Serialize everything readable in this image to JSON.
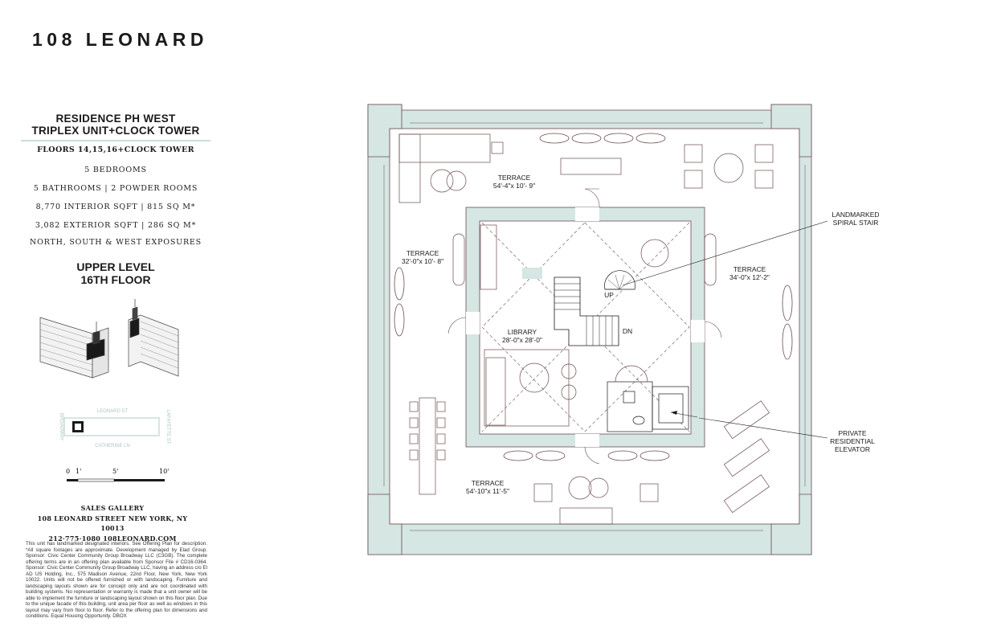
{
  "brand": {
    "logo_text": "108 LEONARD"
  },
  "residence": {
    "title_line1": "RESIDENCE PH WEST",
    "title_line2": "TRIPLEX UNIT+CLOCK TOWER",
    "floors": "FLOORS 14,15,16+CLOCK TOWER",
    "bedrooms": "5 BEDROOMS",
    "baths": "5 BATHROOMS | 2 POWDER ROOMS",
    "interior": "8,770 INTERIOR SQFT | 815 SQ M*",
    "exterior": "3,082 EXTERIOR SQFT | 286 SQ M*",
    "exposures": "NORTH, SOUTH & WEST EXPOSURES"
  },
  "level": {
    "line1": "UPPER LEVEL",
    "line2": "16TH FLOOR"
  },
  "key_plan": {
    "streets": {
      "north": "LEONARD ST",
      "south": "CATHERINE LN",
      "west": "BROADWAY",
      "east": "LAFAYETTE ST"
    }
  },
  "scale_bar": {
    "ticks": [
      "0",
      "1'",
      "5'",
      "10'"
    ]
  },
  "sales": {
    "heading": "SALES GALLERY",
    "address": "108 LEONARD STREET   NEW YORK, NY 10013",
    "contact": "212·775·1080  108LEONARD.COM"
  },
  "disclaimer": "This unit has landmarked designated interiors. See Offering Plan for description. *All square footages are approximate. Development managed by Elad Group. Sponsor: Civic Center Community Group Broadway LLC (C3GB). The complete offering terms are in an offering plan available from Sponsor File # CD16-0364. Sponsor: Civic Center Community Group Broadway LLC, having an address c/o El AD US Holding, Inc., 575 Madison Avenue, 22nd Floor, New York, New York 10022. Units will not be offered furnished or with landscaping. Furniture and landscaping layouts shown are for concept only and are not coordinated with building systems. No representation or warranty is made that a unit owner will be able to implement the furniture or landscaping layout shown on this floor plan. Due to the unique facade of this building, unit area per floor as well as windows in this layout may vary from floor to floor. Refer to the offering plan for dimensions and conditions. Equal Housing Opportunity. DBOX",
  "rooms": {
    "terrace_north": {
      "name": "TERRACE",
      "dims": "54'-4\"x 10'- 9\""
    },
    "terrace_west": {
      "name": "TERRACE",
      "dims": "32'-0\"x 10'- 8\""
    },
    "terrace_east": {
      "name": "TERRACE",
      "dims": "34'-0\"x 12'-2\""
    },
    "terrace_south": {
      "name": "TERRACE",
      "dims": "54'-10\"x 11'-5\""
    },
    "library": {
      "name": "LIBRARY",
      "dims": "28'-0\"x 28'-0\""
    },
    "stair_up": "UP",
    "stair_dn": "DN"
  },
  "callouts": {
    "spiral_line1": "LANDMARKED",
    "spiral_line2": "SPIRAL STAIR",
    "elevator_line1": "PRIVATE",
    "elevator_line2": "RESIDENTIAL",
    "elevator_line3": "ELEVATOR"
  },
  "colors": {
    "wall_fill": "#d5e6e3",
    "line": "#6b4a4e",
    "ink": "#1a1a1a",
    "accent_rule": "#c9dedb"
  }
}
